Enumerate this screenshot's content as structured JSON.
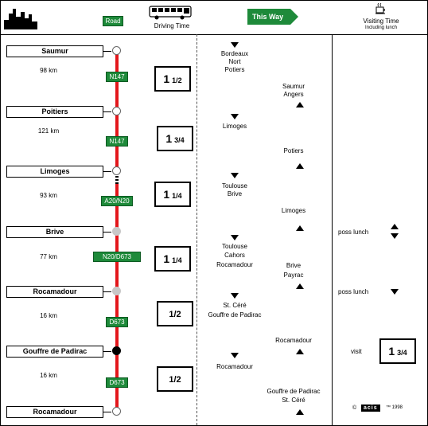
{
  "header": {
    "road_label": "Road",
    "driving_time_label": "Driving Time",
    "this_way_label": "This Way",
    "visiting_time_label": "Visiting Time",
    "including_lunch_label": "Including lunch"
  },
  "stops": [
    {
      "name": "Saumur",
      "node": "open"
    },
    {
      "name": "Poitiers",
      "node": "open"
    },
    {
      "name": "Limoges",
      "node": "open"
    },
    {
      "name": "Brive",
      "node": "grey"
    },
    {
      "name": "Rocamadour",
      "node": "grey"
    },
    {
      "name": "Gouffre de Padirac",
      "node": "black"
    },
    {
      "name": "Rocamadour",
      "node": "open"
    }
  ],
  "legs": [
    {
      "km": "98 km",
      "road": "N147",
      "time_whole": "1",
      "time_frac": "1/2",
      "this_way": [
        "Bordeaux",
        "Nort",
        "Potiers"
      ],
      "return_way": [
        "Saumur",
        "Angers"
      ]
    },
    {
      "km": "121 km",
      "road": "N147",
      "time_whole": "1",
      "time_frac": "3/4",
      "this_way": [
        "Limoges"
      ],
      "return_way": [
        "Potiers"
      ]
    },
    {
      "km": "93 km",
      "road": "A20/N20",
      "time_whole": "1",
      "time_frac": "1/4",
      "this_way": [
        "Toulouse",
        "Brive"
      ],
      "return_way": [
        "Limoges"
      ]
    },
    {
      "km": "77 km",
      "road": "N20/D673",
      "time_whole": "1",
      "time_frac": "1/4",
      "this_way": [
        "Toulouse",
        "Cahors",
        "Rocamadour"
      ],
      "return_way": [
        "Brive",
        "Payrac"
      ]
    },
    {
      "km": "16 km",
      "road": "D673",
      "time_whole": "",
      "time_frac": "1/2",
      "this_way": [
        "St. Céré",
        "Gouffre de Padirac"
      ],
      "return_way": [
        "Rocamadour"
      ]
    },
    {
      "km": "16 km",
      "road": "D673",
      "time_whole": "",
      "time_frac": "1/2",
      "this_way": [
        "Rocamadour"
      ],
      "return_way": [
        "Gouffre de Padirac",
        "St. Céré"
      ]
    }
  ],
  "visiting": [
    {
      "label": "poss lunch"
    },
    {
      "label": "poss lunch"
    },
    {
      "label": "visit",
      "time_whole": "1",
      "time_frac": "3/4"
    }
  ],
  "footer": {
    "copyright_symbol": "©",
    "brand": "acis",
    "year": "™ 1998"
  },
  "colors": {
    "route_red": "#e3161b",
    "road_green": "#1e8a3a"
  },
  "icons": [
    "city-skyline-icon",
    "bus-icon",
    "coffee-cup-icon"
  ]
}
